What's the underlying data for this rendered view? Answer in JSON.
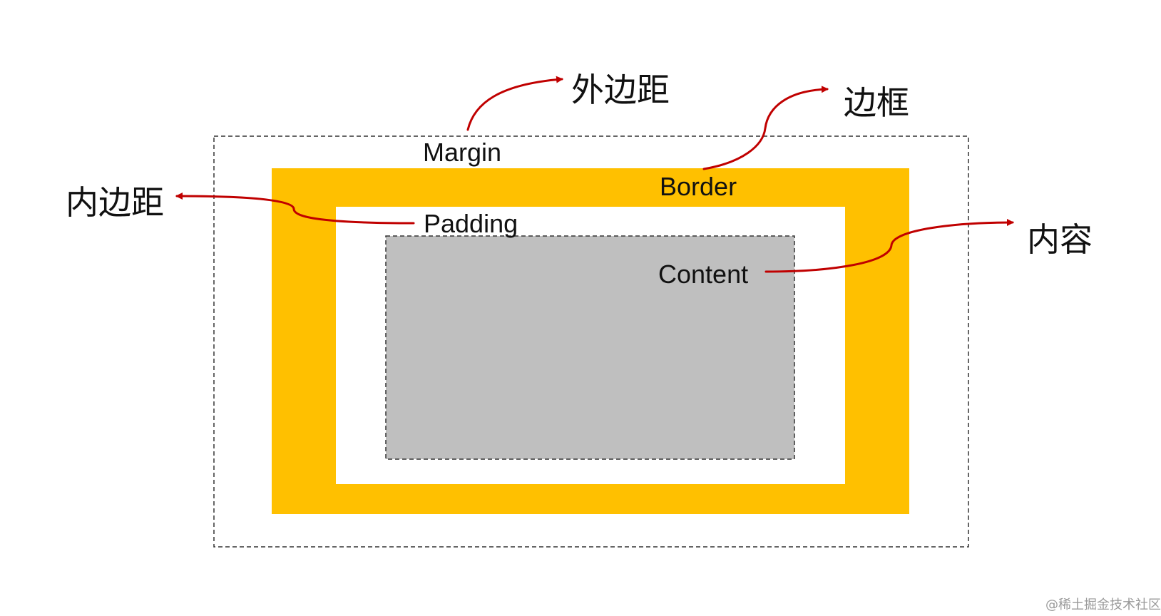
{
  "diagram": {
    "labels": {
      "margin": "Margin",
      "border": "Border",
      "padding": "Padding",
      "content": "Content"
    },
    "annotations": {
      "margin_cn": "外边距",
      "border_cn": "边框",
      "padding_cn": "内边距",
      "content_cn": "内容"
    },
    "colors": {
      "border": "#FFC000",
      "content": "#BFBFBF",
      "arrow": "#C00000",
      "dashed_line": "#333333",
      "background": "#FFFFFF"
    }
  },
  "watermark": "@稀土掘金技术社区"
}
